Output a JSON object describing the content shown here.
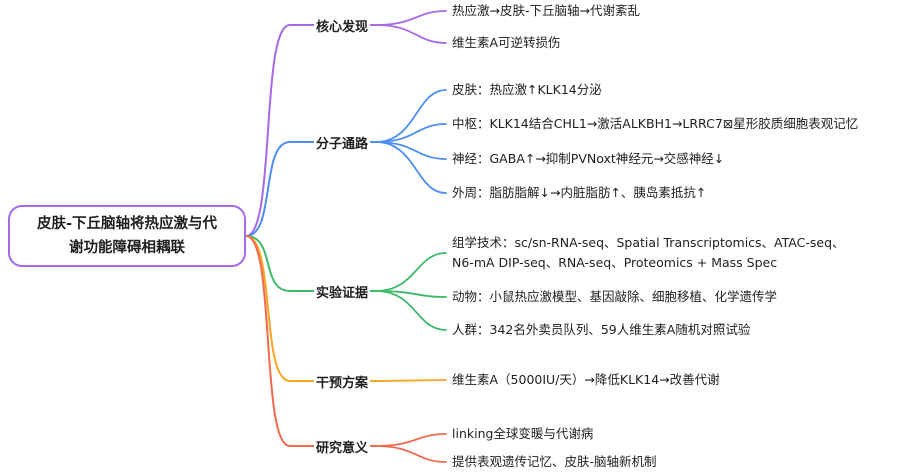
{
  "root": {
    "label_line1": "皮肤-下丘脑轴将热应激与代",
    "label_line2": "谢功能障碍相耦联"
  },
  "colors": {
    "purple": "#a56be6",
    "blue": "#4d8ef0",
    "green": "#3dba6a",
    "orange": "#f5a623",
    "red": "#f06a4d"
  },
  "branches": [
    {
      "label": "核心发现",
      "color": "purple",
      "leaves": [
        "热应激→皮肤-下丘脑轴→代谢紊乱",
        "维生素A可逆转损伤"
      ]
    },
    {
      "label": "分子通路",
      "color": "blue",
      "leaves": [
        "皮肤：热应激↑KLK14分泌",
        "中枢：KLK14结合CHL1→激活ALKBH1→LRRC7⊠星形胶质细胞表观记忆",
        "神经：GABA↑→抑制PVNoxt神经元→交感神经↓",
        "外周：脂肪脂解↓→内脏脂肪↑、胰岛素抵抗↑"
      ]
    },
    {
      "label": "实验证据",
      "color": "green",
      "leaves": [
        "组学技术：sc/sn-RNA-seq、Spatial Transcriptomics、ATAC-seq、",
        "N6-mA DIP-seq、RNA-seq、Proteomics + Mass Spec",
        "动物：小鼠热应激模型、基因敲除、细胞移植、化学遗传学",
        "人群：342名外卖员队列、59人维生素A随机对照试验"
      ]
    },
    {
      "label": "干预方案",
      "color": "orange",
      "leaves": [
        "维生素A（5000IU/天）→降低KLK14→改善代谢"
      ]
    },
    {
      "label": "研究意义",
      "color": "red",
      "leaves": [
        "linking全球变暖与代谢病",
        "提供表观遗传记忆、皮肤-脑轴新机制"
      ]
    }
  ]
}
